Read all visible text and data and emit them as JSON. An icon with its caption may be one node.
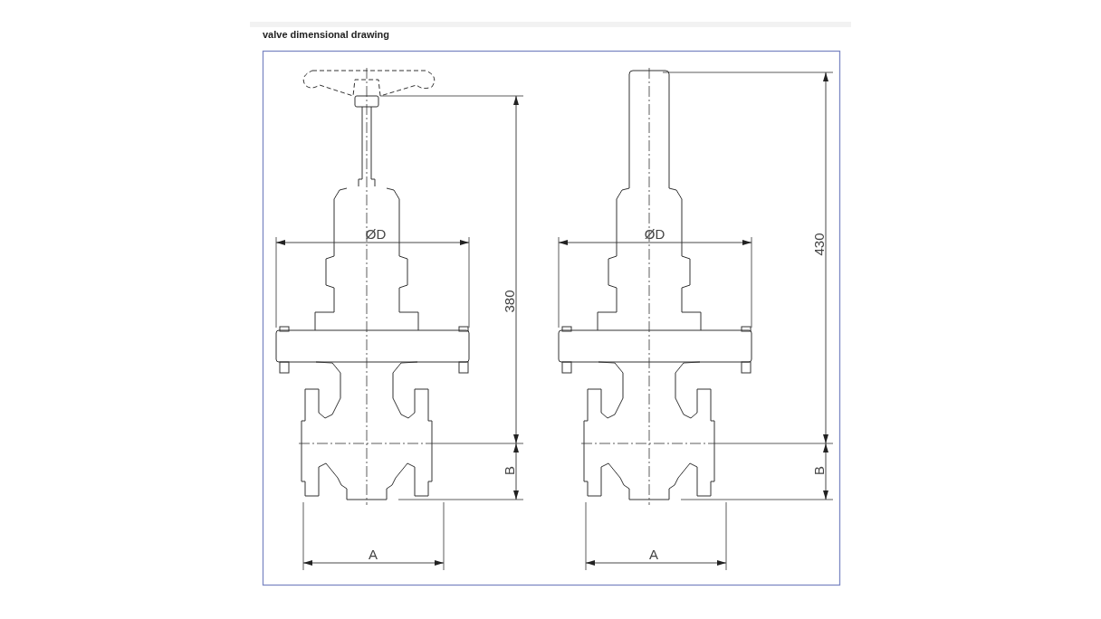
{
  "diagram": {
    "title": "valve dimensional drawing",
    "labels": [
      "ØD",
      "380",
      "B",
      "A",
      "ØD",
      "430",
      "B",
      "A"
    ]
  }
}
